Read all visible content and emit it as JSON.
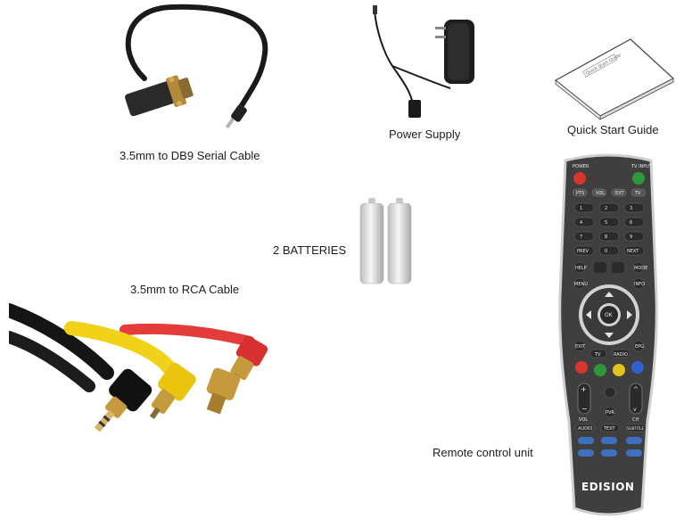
{
  "items": {
    "serial_cable": {
      "caption": "3.5mm to DB9 Serial Cable"
    },
    "power_supply": {
      "caption": "Power Supply"
    },
    "quick_start_guide": {
      "caption": "Quick Start Guide",
      "cover_text": "Quick Start Guide"
    },
    "batteries": {
      "caption": "2 BATTERIES"
    },
    "rca_cable": {
      "caption": "3.5mm to RCA Cable"
    },
    "remote": {
      "caption": "Remote control unit",
      "brand": "EDISION",
      "power_label": "POWER",
      "tv_input_label": "TV INPUT",
      "row_buttons": [
        "PTS",
        "VOL",
        "EXT",
        "TV"
      ],
      "numpad": [
        "1",
        "2",
        "3",
        "4",
        "5",
        "6",
        "7",
        "8",
        "9",
        "PREV",
        "0",
        "NEXT"
      ],
      "nav_left": [
        "HELP",
        "MENU",
        "EXIT"
      ],
      "nav_right": [
        "MODE",
        "INFO",
        "EPG"
      ],
      "ok": "OK",
      "tv": "TV",
      "radio": "RADIO",
      "vol": "VOL",
      "ch": "CH",
      "pvr": "PVR",
      "func_row": [
        "AUDIO",
        "TEXT",
        "SUBTITLE"
      ]
    }
  },
  "colors": {
    "remote_body": "#3f3f3f",
    "remote_frame": "#cfcfcf",
    "red_key": "#d9362b",
    "green_key": "#2c9a3a",
    "yellow_key": "#e3c21b",
    "blue_key": "#2f62c8",
    "rca_yellow": "#f2d11a",
    "rca_red": "#e43b3b",
    "cable_black": "#1a1a1a",
    "gold": "#c49a3d"
  }
}
